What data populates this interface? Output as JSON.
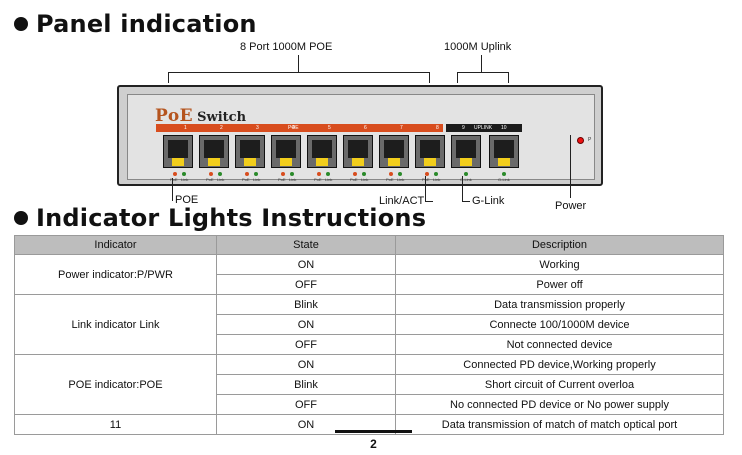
{
  "sections": {
    "panel_title": "Panel indication",
    "lights_title": "Indicator Lights Instructions"
  },
  "diagram": {
    "brand_poe": "PoE",
    "brand_switch": "Switch",
    "label_8port": "8 Port 1000M POE",
    "label_uplink": "1000M Uplink",
    "label_poe": "POE",
    "label_link_act": "Link/ACT",
    "label_glink": "G-Link",
    "label_power": "Power",
    "band_poe_text": "POE",
    "band_uplink_text": "UPLINK",
    "port_numbers": [
      "1",
      "2",
      "3",
      "4",
      "5",
      "6",
      "7",
      "8",
      "9",
      "10"
    ],
    "led_label_poe": "PoE",
    "led_label_link": "Link",
    "led_label_glink": "G-Link",
    "power_led_label": "P"
  },
  "table": {
    "headers": [
      "Indicator",
      "State",
      "Description"
    ],
    "groups": [
      {
        "indicator": "Power indicator:P/PWR",
        "rows": [
          {
            "state": "ON",
            "description": "Working"
          },
          {
            "state": "OFF",
            "description": "Power off"
          }
        ]
      },
      {
        "indicator": "Link indicator Link",
        "rows": [
          {
            "state": "Blink",
            "description": "Data transmission properly"
          },
          {
            "state": "ON",
            "description": "Connecte 100/1000M device"
          },
          {
            "state": "OFF",
            "description": "Not connected device"
          }
        ]
      },
      {
        "indicator": "POE indicator:POE",
        "rows": [
          {
            "state": "ON",
            "description": "Connected PD device,Working properly"
          },
          {
            "state": "Blink",
            "description": "Short circuit of Current overloa"
          },
          {
            "state": "OFF",
            "description": "No connected PD device or No power supply"
          }
        ]
      },
      {
        "indicator": "11",
        "rows": [
          {
            "state": "ON",
            "description": "Data transmission of match of match optical port"
          }
        ]
      }
    ]
  },
  "footer": {
    "page_number": "2"
  },
  "colors": {
    "poe_band": "#d84d1e",
    "uplink_band": "#1c1c1c",
    "port_clip": "#f2ce1c",
    "power_led": "#e11111",
    "header_bg": "#bdbdbd"
  }
}
